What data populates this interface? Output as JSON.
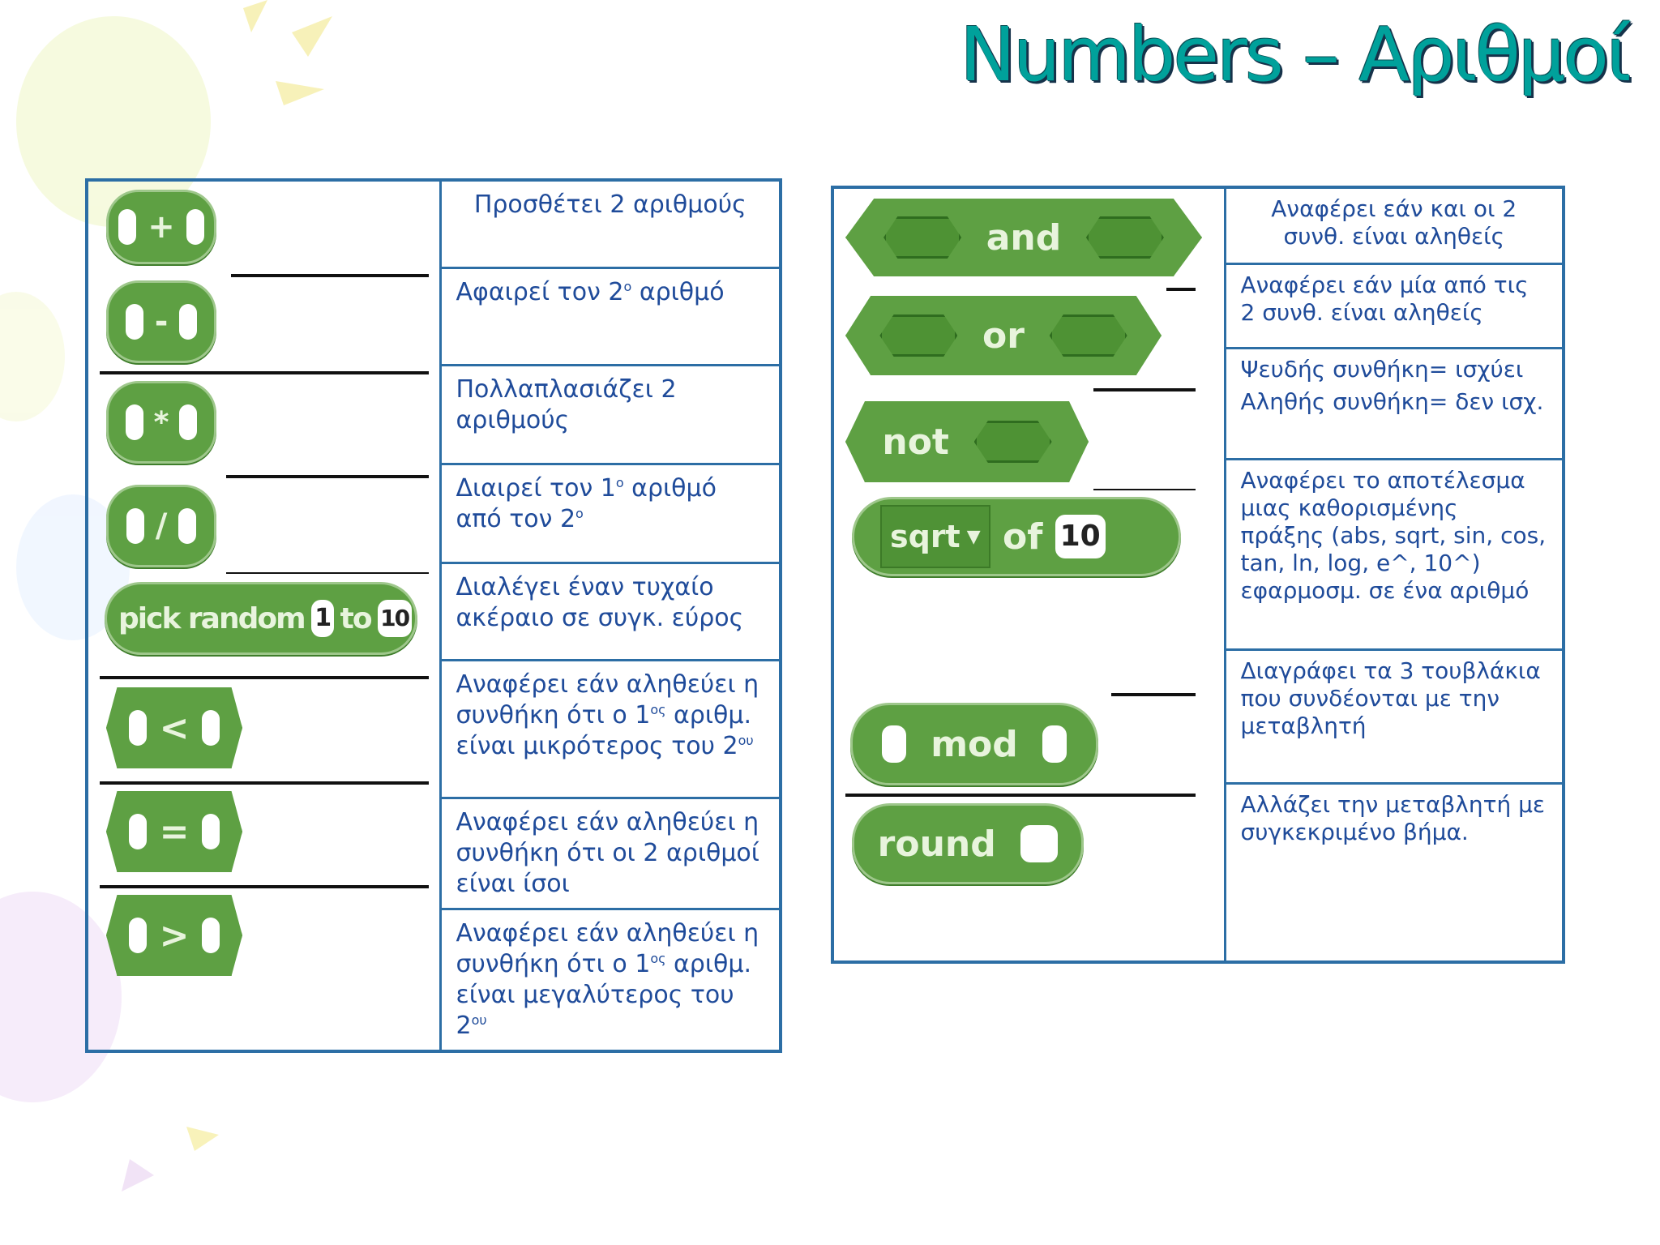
{
  "title": "Numbers – Αριθμοί",
  "colors": {
    "accent": "#00a19b",
    "border": "#2c6ea5",
    "text": "#1f4b9a",
    "block": "#5ea043"
  },
  "left_table": {
    "blocks": [
      "+",
      "-",
      "*",
      "/",
      "pick random 1 to 10",
      "<",
      "=",
      ">"
    ],
    "pick_random": {
      "label1": "pick random",
      "from": "1",
      "label2": "to",
      "to": "10"
    },
    "rows": [
      {
        "text": "Προσθέτει 2 αριθμούς"
      },
      {
        "pre": "Αφαιρεί τον 2",
        "sup": "ο",
        "post": " αριθμό"
      },
      {
        "text": "Πολλαπλασιάζει 2 αριθμούς"
      },
      {
        "pre": "Διαιρεί τον 1",
        "sup": "ο",
        "mid": " αριθμό από τον 2",
        "sup2": "ο"
      },
      {
        "text": "Διαλέγει έναν τυχαίο ακέραιο σε συγκ. εύρος"
      },
      {
        "pre": "Αναφέρει εάν αληθεύει η συνθήκη ότι ο 1",
        "sup": "ος",
        "mid": " αριθμ. είναι μικρότερος του 2",
        "sup2": "ου"
      },
      {
        "text": "Αναφέρει εάν αληθεύει η συνθήκη ότι οι 2 αριθμοί είναι ίσοι"
      },
      {
        "pre": "Αναφέρει εάν αληθεύει η συνθήκη ότι ο 1",
        "sup": "ος",
        "mid": " αριθμ. είναι μεγαλύτερος του 2",
        "sup2": "ου"
      }
    ]
  },
  "right_table": {
    "blocks": {
      "and": "and",
      "or": "or",
      "not": "not",
      "sqrt": "sqrt",
      "of": "of",
      "ten": "10",
      "mod": "mod",
      "round": "round"
    },
    "rows": [
      "Αναφέρει εάν και οι 2 συνθ. είναι αληθείς",
      "Αναφέρει εάν μία από τις 2 συνθ. είναι αληθείς",
      {
        "a": "Ψευδής συνθήκη= ισχύει",
        "b": "Αληθής συνθήκη= δεν ισχ."
      },
      "Αναφέρει το αποτέλεσμα μιας καθορισμένης πράξης (abs, sqrt, sin, cos, tan, ln, log, e^, 10^) εφαρμοσμ. σε ένα αριθμό",
      "Διαγράφει τα 3 τουβλάκια που συνδέονται με την μεταβλητή",
      "Αλλάζει την μεταβλητή με συγκεκριμένο βήμα."
    ]
  }
}
